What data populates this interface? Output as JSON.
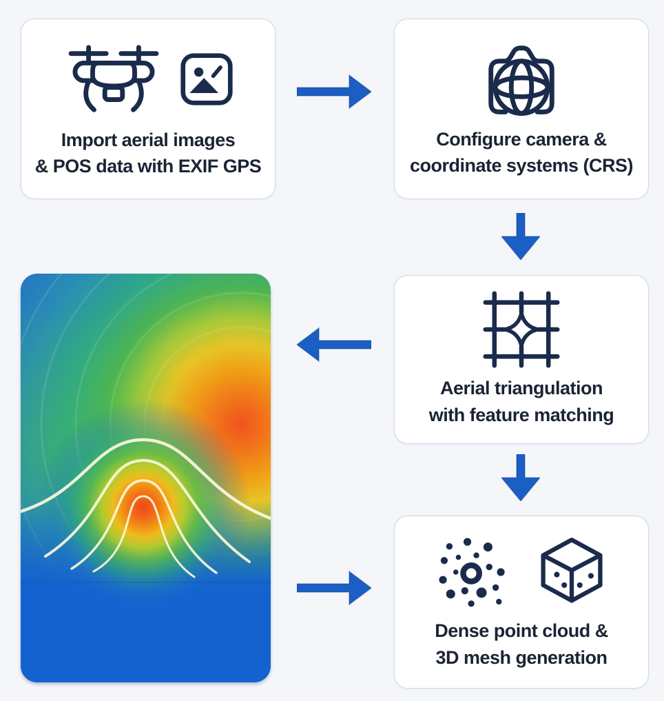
{
  "colors": {
    "page_bg": "#f4f6f9",
    "card_bg": "#ffffff",
    "card_border": "#ccd9e6",
    "text_navy": "#1b2433",
    "icon_navy": "#1a2b4c",
    "accent_blue": "#1b5fc5",
    "heatmap_cold_blue": "#2166c0",
    "heatmap_bottom_blue": "#1462cf",
    "heatmap_teal": "#2b90b2",
    "heatmap_green": "#4cb453",
    "heatmap_yellow": "#e7c426",
    "heatmap_orange": "#f0751a",
    "heatmap_hot": "#ed4b16",
    "heatmap_contour": "#fbf8da"
  },
  "steps": [
    {
      "id": "import-images",
      "line1": "Import aerial images",
      "line2": "& POS data with EXIF GPS",
      "icons": [
        "drone-icon",
        "image-icon"
      ]
    },
    {
      "id": "configure-camera",
      "line1": "Configure camera &",
      "line2": "coordinate systems (CRS)",
      "icons": [
        "camera-globe-icon"
      ]
    },
    {
      "id": "aerial-triangulation",
      "line1": "Aerial triangulation",
      "line2": "with feature matching",
      "icons": [
        "feature-grid-icon"
      ]
    },
    {
      "id": "dense-point-cloud",
      "line1": "Dense point cloud &",
      "line2": "3D mesh generation",
      "icons": [
        "point-cloud-icon",
        "mesh-cube-icon"
      ]
    }
  ],
  "heatmap_panel": {
    "name": "terrain-heatmap-preview",
    "type": "heatmap",
    "description": "blue-to-red elevation heatmap with two hotspots and white contour lines"
  },
  "arrows": [
    {
      "name": "arrow-import-to-camera",
      "direction": "right"
    },
    {
      "name": "arrow-camera-to-triangulation",
      "direction": "down"
    },
    {
      "name": "arrow-triangulation-to-heatmap",
      "direction": "left"
    },
    {
      "name": "arrow-triangulation-to-cloud",
      "direction": "down"
    },
    {
      "name": "arrow-heatmap-to-cloud",
      "direction": "right"
    }
  ]
}
